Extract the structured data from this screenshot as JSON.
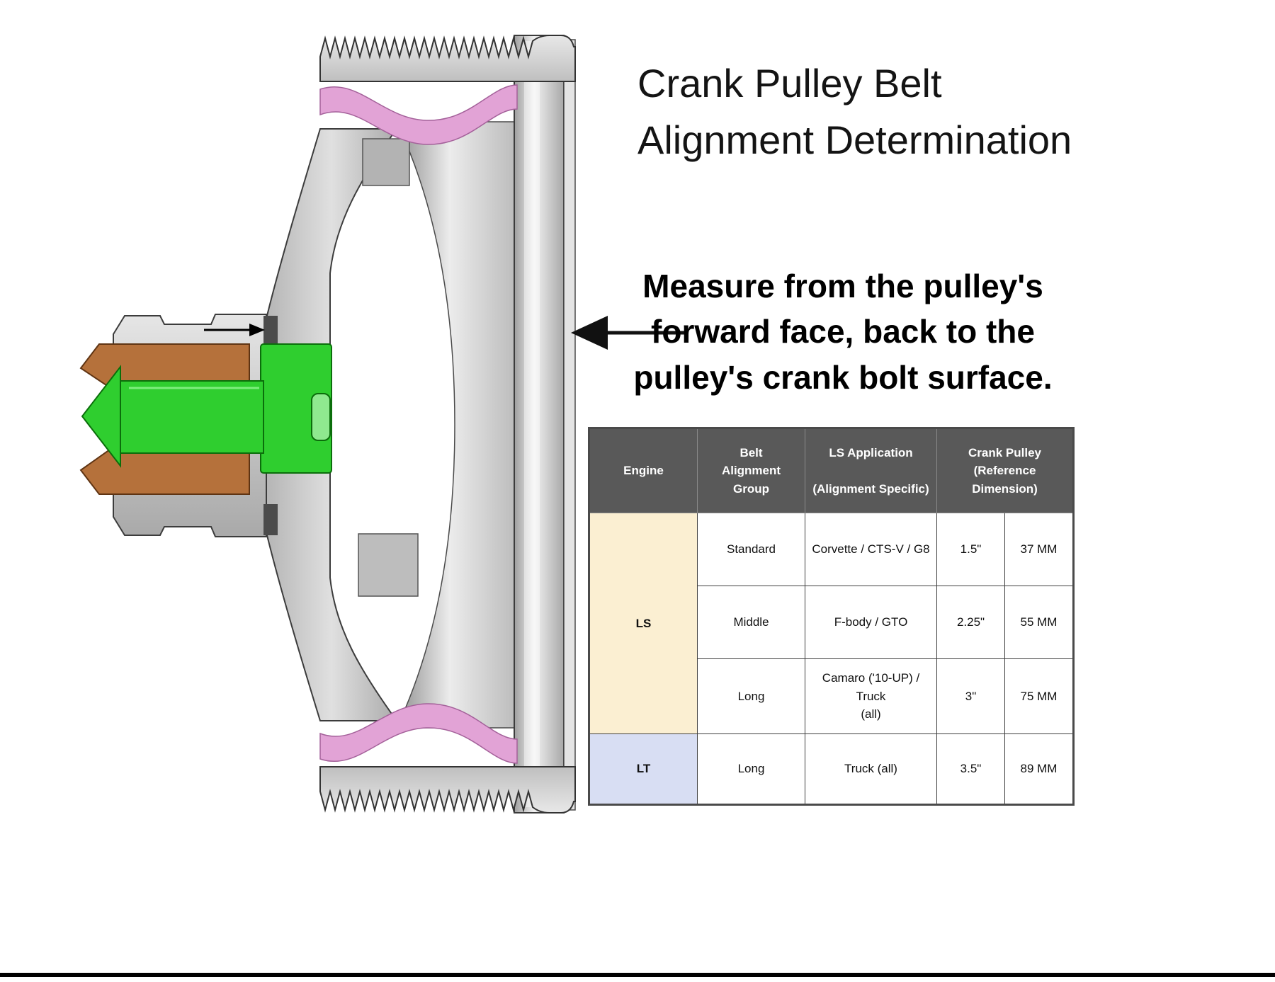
{
  "title": {
    "text": "Crank Pulley Belt\nAlignment Determination"
  },
  "instruction": {
    "text": "Measure from the pulley's\nforward face, back to the\npulley's crank bolt surface."
  },
  "diagram": {
    "label": "Cross-section of crank pulley with green crank bolt, copper crankshaft snout, pink rubber damper rings and grooved belt surfaces",
    "parts": [
      "belt-groove-band",
      "rubber-damper-ring",
      "pulley-rim-forward-face",
      "pulley-web-cone",
      "pulley-hub",
      "crankshaft-snout",
      "crank-bolt",
      "measurement-arrow"
    ]
  },
  "table": {
    "headers": {
      "engine": "Engine",
      "belt_alignment_group": "Belt\nAlignment\nGroup",
      "ls_application": "LS Application\n\n(Alignment Specific)",
      "crank_pulley_dimension": "Crank Pulley (Reference\nDimension)"
    },
    "rows": [
      {
        "engine": "LS",
        "group": "Standard",
        "application": "Corvette / CTS-V / G8",
        "inches": "1.5\"",
        "mm": "37 MM"
      },
      {
        "group": "Middle",
        "application": "F-body / GTO",
        "inches": "2.25\"",
        "mm": "55 MM"
      },
      {
        "group": "Long",
        "application": "Camaro ('10-UP) / Truck\n(all)",
        "inches": "3\"",
        "mm": "75 MM"
      },
      {
        "engine": "LT",
        "group": "Long",
        "application": "Truck (all)",
        "inches": "3.5\"",
        "mm": "89 MM"
      }
    ]
  },
  "colors": {
    "header_bg": "#595959",
    "ls_cell_bg": "#FBEFD2",
    "lt_cell_bg": "#D8DEF3",
    "damper_pink": "#E2A3D6",
    "bolt_green": "#2FCE2F",
    "crank_copper": "#B5713B"
  }
}
